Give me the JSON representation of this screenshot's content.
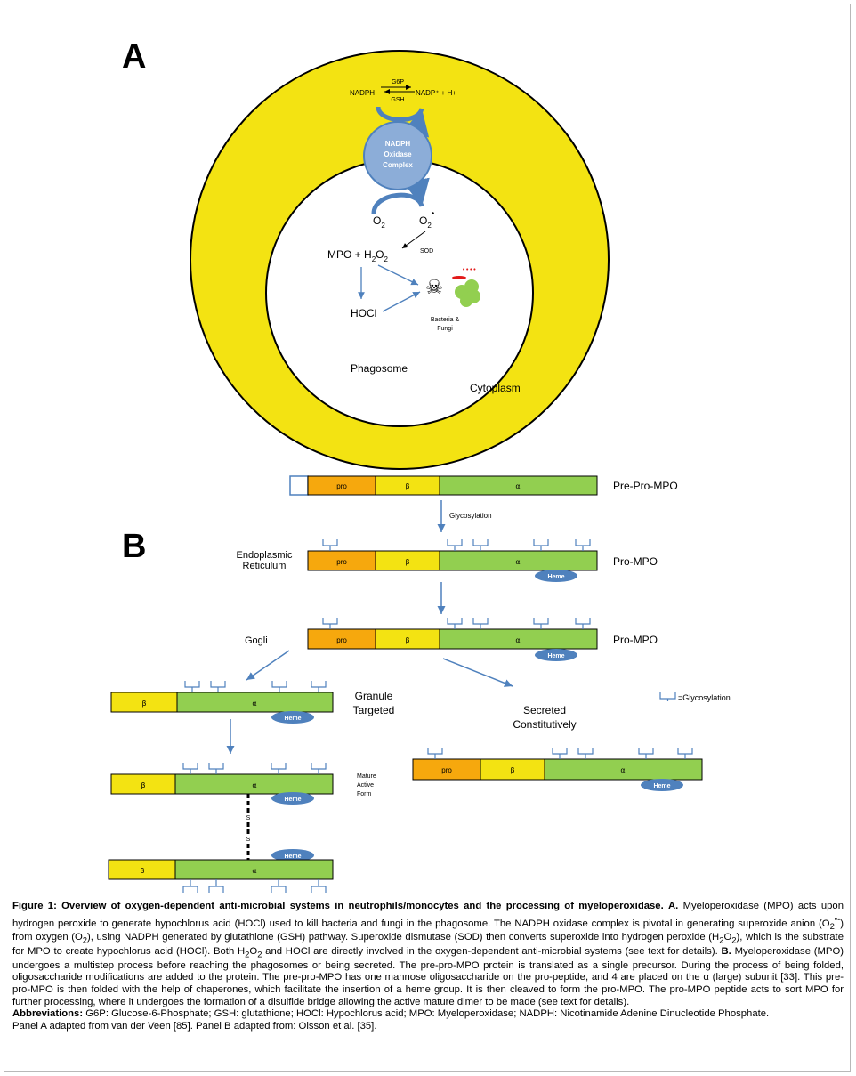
{
  "panel_a": {
    "label": "A",
    "reaction_left": "NADPH",
    "reaction_top": "G6P",
    "reaction_bottom": "GSH",
    "reaction_right": "NADP⁺ + H+",
    "nox_lines": [
      "NADPH",
      "Oxidase",
      "Complex"
    ],
    "o2_left": "O",
    "o2_left_sub": "2",
    "o2_right": "O",
    "o2_right_sub": "2",
    "o2_right_dot": "•",
    "sod": "SOD",
    "mpo_prefix": "MPO + H",
    "mpo_sub1": "2",
    "mpo_mid": "O",
    "mpo_sub2": "2",
    "hocl": "HOCl",
    "microbes_lines": [
      "Bacteria &",
      "Fungi"
    ],
    "skull_icon": "☠",
    "microbe_dots": "••••",
    "phagosome": "Phagosome",
    "cytoplasm": "Cytoplasm",
    "colors": {
      "cytoplasm": "#f3e312",
      "nox": "#8cadd8",
      "arrow": "#4f81bd"
    }
  },
  "panel_b": {
    "label": "B",
    "seg_pro": "pro",
    "seg_beta": "β",
    "seg_alpha": "α",
    "heme": "Heme",
    "pre_pro_mpo": "Pre-Pro-MPO",
    "glycosylation_step": "Glycosylation",
    "er_lines": [
      "Endoplasmic",
      "Reticulum"
    ],
    "pro_mpo": "Pro-MPO",
    "golgi": "Gogli",
    "granule_lines": [
      "Granule",
      "Targeted"
    ],
    "secreted_lines": [
      "Secreted",
      "Constitutively"
    ],
    "legend_glyco": "=Glycosylation",
    "mature_lines": [
      "Mature",
      "Active",
      "Form"
    ],
    "disulfide_s1": "S",
    "disulfide_s2": "S",
    "colors": {
      "pro": "#f6a80d",
      "beta": "#f3e312",
      "alpha": "#92cf50",
      "heme": "#4f81bd",
      "glyco": "#4f81bd"
    }
  },
  "caption": {
    "title": "Figure 1: Overview of oxygen-dependent anti-microbial systems in neutrophils/monocytes and the processing of myeloperoxidase.",
    "a_label": "A.",
    "a_text_1": "Myeloperoxidase (MPO) acts upon hydrogen peroxide to generate hypochlorus acid (HOCl) used to kill bacteria and fungi in the phagosome. The NADPH oxidase complex is pivotal in generating superoxide anion (O",
    "a_sub_1": "2",
    "a_sup_1": "•-",
    "a_text_2": ") from oxygen (O",
    "a_sub_2": "2",
    "a_text_3": "), using NADPH generated by glutathione (GSH) pathway. Superoxide dismutase (SOD) then converts superoxide into hydrogen peroxide (H",
    "a_sub_3": "2",
    "a_text_4": "O",
    "a_sub_4": "2",
    "a_text_5": "), which is the substrate for MPO to create hypochlorus acid (HOCl). Both H",
    "a_sub_5": "2",
    "a_text_6": "O",
    "a_sub_6": "2",
    "a_text_7": " and HOCl are directly involved in the oxygen-dependent anti-microbial systems (see text for details).",
    "b_label": "B.",
    "b_text": "Myeloperoxidase (MPO) undergoes a multistep process before reaching the phagosomes or being secreted. The pre-pro-MPO protein is translated as a single precursor. During the process of being folded, oligosaccharide modifications are added to the protein. The pre-pro-MPO has one mannose oligosaccharide on the pro-peptide, and 4 are placed on the α (large) subunit [33]. This pre-pro-MPO is then folded with the help of chaperones, which facilitate the insertion of a heme group. It is then cleaved to form the pro-MPO. The pro-MPO peptide acts to sort MPO for further processing, where it undergoes the formation of a disulfide bridge allowing the active mature dimer to be made (see text for details).",
    "abbr_label": "Abbreviations:",
    "abbr_text": "G6P: Glucose-6-Phosphate; GSH: glutathione; HOCl: Hypochlorus acid; MPO: Myeloperoxidase; NADPH: Nicotinamide Adenine Dinucleotide Phosphate.",
    "credit": "Panel A adapted from van der Veen [85]. Panel B adapted from: Olsson et al. [35]."
  }
}
